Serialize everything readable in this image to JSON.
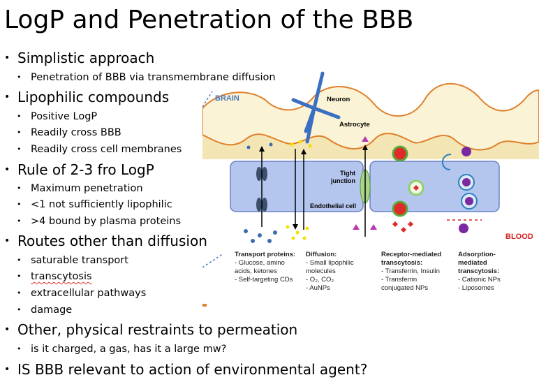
{
  "slide": {
    "title": "LogP and Penetration of the BBB",
    "bullets": [
      {
        "text": "Simplistic approach",
        "children": [
          "Penetration of BBB via transmembrane diffusion"
        ]
      },
      {
        "text": "Lipophilic compounds",
        "children": [
          "Positive LogP",
          "Readily cross BBB",
          "Readily cross cell membranes"
        ]
      },
      {
        "text": "Rule of 2-3 fro LogP",
        "children": [
          "Maximum penetration",
          "<1 not sufficiently lipophilic",
          ">4 bound by plasma proteins"
        ]
      },
      {
        "text": "Routes other than diffusion",
        "children": [
          "saturable transport",
          "transcytosis",
          "extracellular pathways",
          "damage"
        ]
      },
      {
        "text": "Other, physical restraints to permeation",
        "children": [
          "is it charged, a gas, has it a large mw?"
        ]
      },
      {
        "text": "IS BBB relevant to action of environmental agent?",
        "children": []
      }
    ]
  },
  "diagram": {
    "brain_label": "BRAIN",
    "blood_label": "BLOOD",
    "neuron_label": "Neuron",
    "astrocyte_label": "Astrocyte",
    "tight_junction_label": "Tight\njunction",
    "endothelial_label": "Endothelial cell",
    "captions": [
      {
        "heading": "Transport proteins:",
        "lines": [
          "- Glucose, amino",
          "acids, ketones",
          "- Self-targeting CDs"
        ]
      },
      {
        "heading": "Diffusion:",
        "lines": [
          "- Small lipophilic",
          "molecules",
          "- O₂, CO₂",
          "- AuNPs"
        ]
      },
      {
        "heading": "Receptor-mediated\ntranscytosis:",
        "lines": [
          "- Transferrin, Insulin",
          "- Transferrin",
          "conjugated NPs"
        ]
      },
      {
        "heading": "Adsorption-\nmediated\ntranscytosis:",
        "lines": [
          "- Cationic NPs",
          "- Liposomes"
        ]
      }
    ],
    "colors": {
      "brain_label": "#4a78b8",
      "blood_label": "#d42020",
      "cell": "#a9bde9",
      "astro": "#f2e4b0",
      "neuron": "#3a6fc4"
    }
  }
}
